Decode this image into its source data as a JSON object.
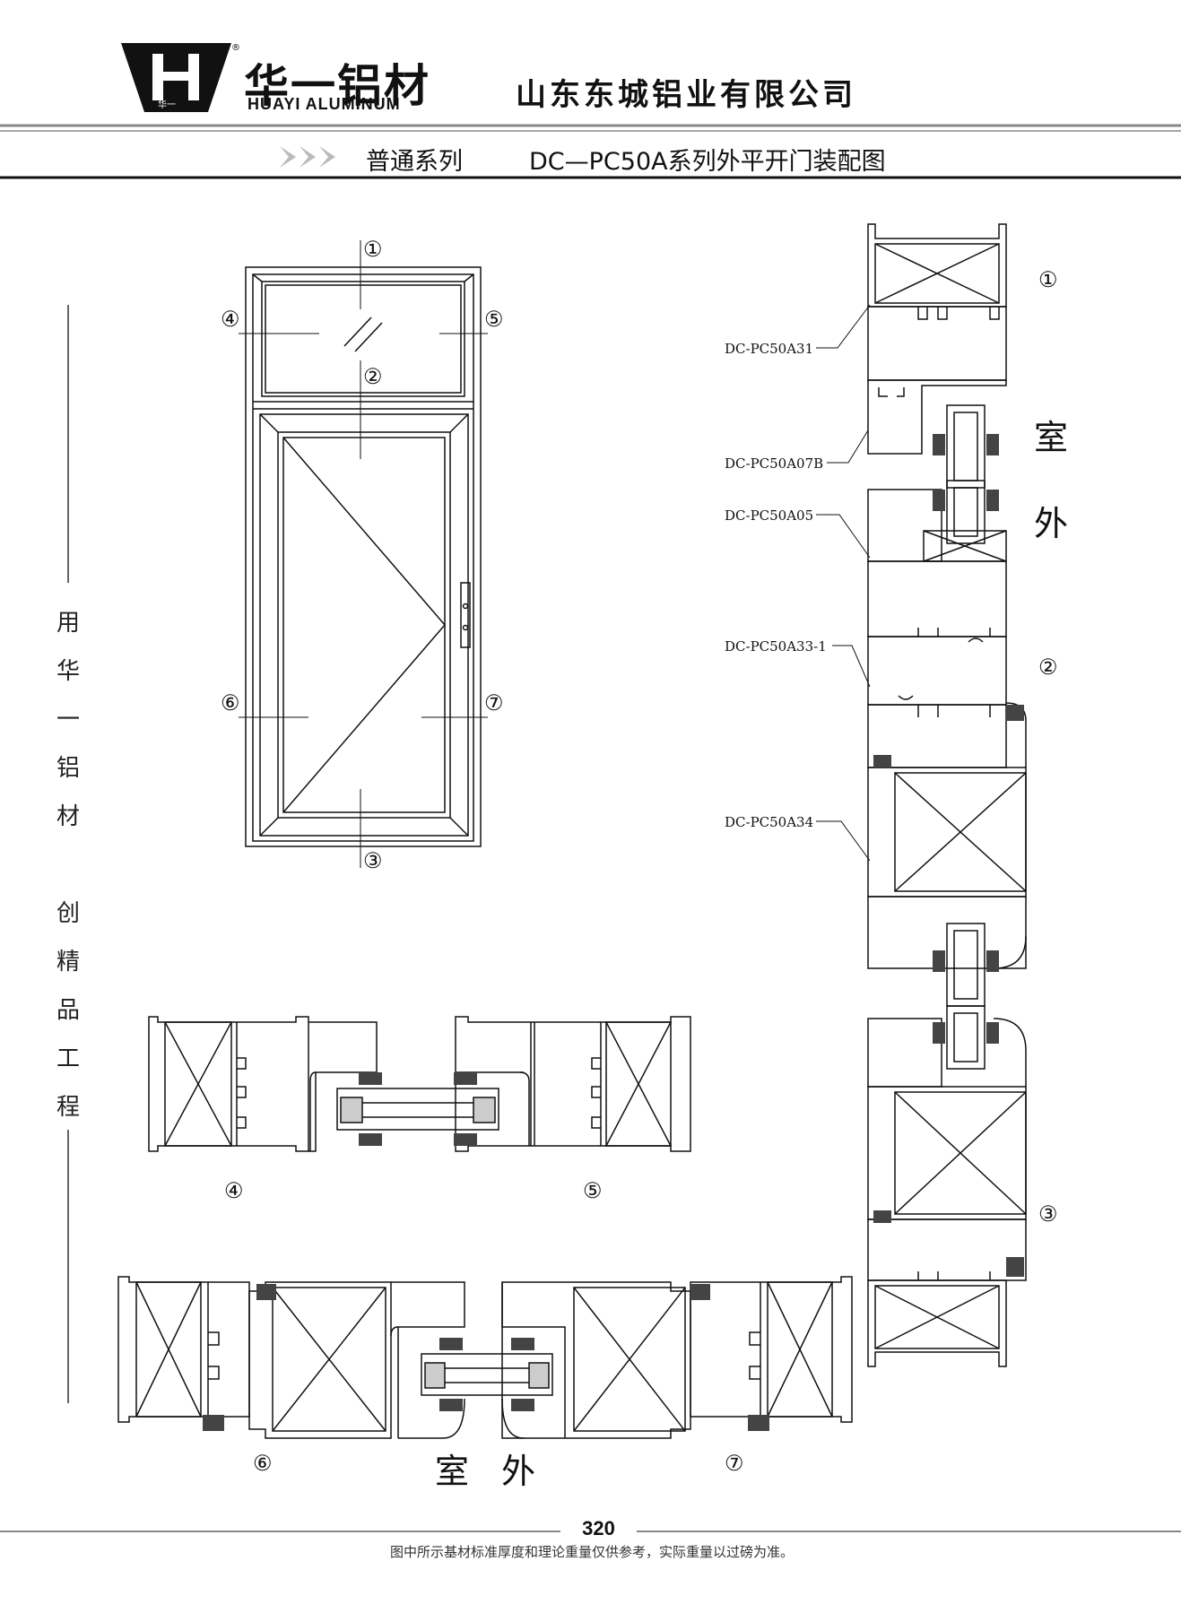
{
  "header": {
    "logo_cn": "华一铝材",
    "logo_en": "HUAYI ALUMINUM",
    "logo_mark_text": "华一",
    "company": "山东东城铝业有限公司",
    "series": "普通系列",
    "drawing_title": "DC—PC50A系列外平开门装配图"
  },
  "side_slogan": [
    "用",
    "华",
    "一",
    "铝",
    "材",
    "",
    "创",
    "精",
    "品",
    "工",
    "程"
  ],
  "elevation": {
    "markers": [
      "①",
      "②",
      "③",
      "④",
      "⑤",
      "⑥",
      "⑦"
    ]
  },
  "vertical_section": {
    "labels": [
      "①",
      "②",
      "③"
    ],
    "indoor_text": [
      "室",
      "外"
    ],
    "callouts": [
      "DC-PC50A31",
      "DC-PC50A07B",
      "DC-PC50A05",
      "DC-PC50A33-1",
      "DC-PC50A34"
    ]
  },
  "section_45": {
    "labels": [
      "④",
      "⑤"
    ]
  },
  "section_67": {
    "labels": [
      "⑥",
      "⑦"
    ],
    "indoor_text": "室外"
  },
  "footer": {
    "page_number": "320",
    "note": "图中所示基材标准厚度和理论重量仅供参考，实际重量以过磅为准。"
  },
  "colors": {
    "line": "#111111",
    "rule_gray": "#888888",
    "arrow_gray": "#bbbbbb"
  }
}
